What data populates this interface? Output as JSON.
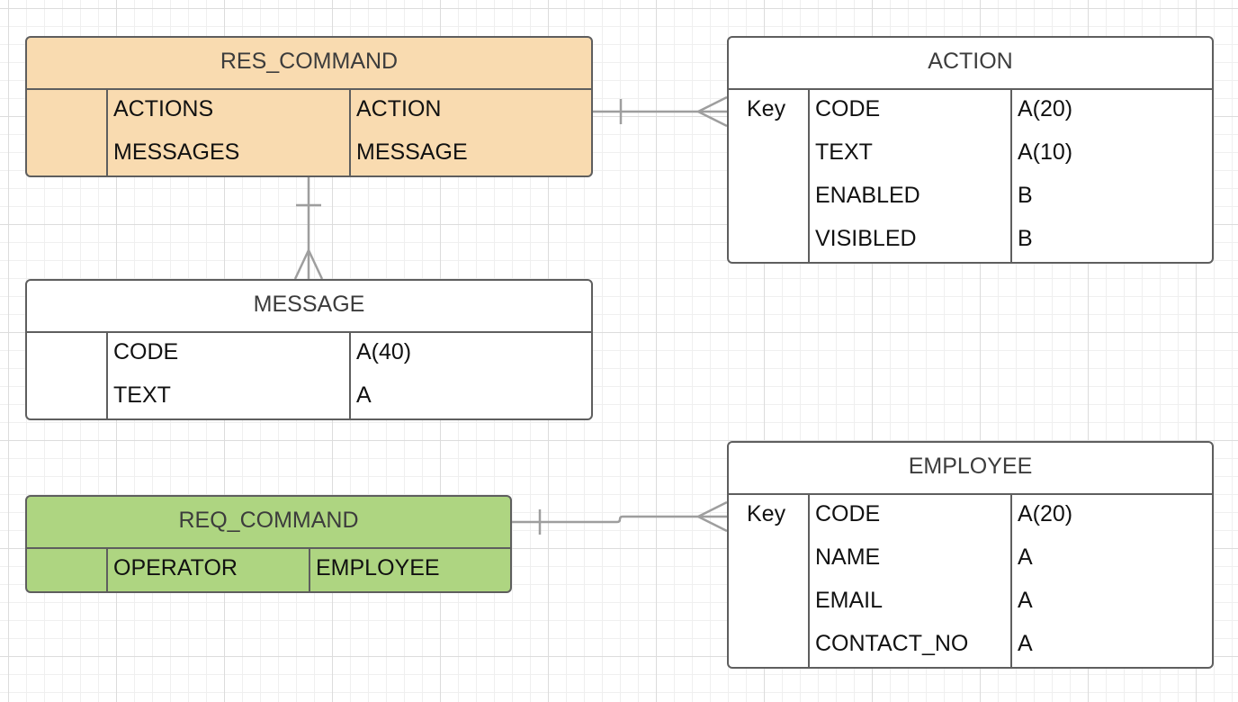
{
  "entities": {
    "res_command": {
      "name": "RES_COMMAND",
      "rows": [
        {
          "key": "",
          "field": "ACTIONS",
          "type": "ACTION"
        },
        {
          "key": "",
          "field": "MESSAGES",
          "type": "MESSAGE"
        }
      ]
    },
    "action": {
      "name": "ACTION",
      "rows": [
        {
          "key": "Key",
          "field": "CODE",
          "type": "A(20)"
        },
        {
          "key": "",
          "field": "TEXT",
          "type": "A(10)"
        },
        {
          "key": "",
          "field": "ENABLED",
          "type": "B"
        },
        {
          "key": "",
          "field": "VISIBLED",
          "type": "B"
        }
      ]
    },
    "message": {
      "name": "MESSAGE",
      "rows": [
        {
          "key": "",
          "field": "CODE",
          "type": "A(40)"
        },
        {
          "key": "",
          "field": "TEXT",
          "type": "A"
        }
      ]
    },
    "req_command": {
      "name": "REQ_COMMAND",
      "rows": [
        {
          "key": "",
          "field": "OPERATOR",
          "type": "EMPLOYEE"
        }
      ]
    },
    "employee": {
      "name": "EMPLOYEE",
      "rows": [
        {
          "key": "Key",
          "field": "CODE",
          "type": "A(20)"
        },
        {
          "key": "",
          "field": "NAME",
          "type": "A"
        },
        {
          "key": "",
          "field": "EMAIL",
          "type": "A"
        },
        {
          "key": "",
          "field": "CONTACT_NO",
          "type": "A"
        }
      ]
    }
  },
  "relationships": [
    {
      "from": "RES_COMMAND",
      "to": "ACTION",
      "from_end": "one",
      "to_end": "many"
    },
    {
      "from": "RES_COMMAND",
      "to": "MESSAGE",
      "from_end": "one",
      "to_end": "many"
    },
    {
      "from": "REQ_COMMAND",
      "to": "EMPLOYEE",
      "from_end": "one",
      "to_end": "many"
    }
  ],
  "colors": {
    "res_command_fill": "#f9dbb0",
    "req_command_fill": "#aed581",
    "border": "#5e5e5e",
    "connector": "#9e9e9e"
  }
}
